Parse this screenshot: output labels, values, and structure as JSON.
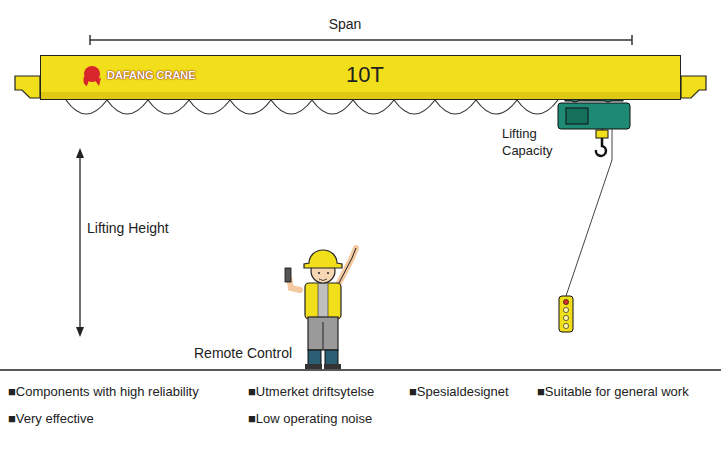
{
  "diagram": {
    "nodes": [
      {
        "text": [
          "DAFANG CRANE",
          "10T"
        ]
      }
    ],
    "labels": [
      "Span",
      "Lifting Capacity",
      "Lifting Height",
      "Remote Control",
      "■Components with high reliability",
      "■Utmerket driftsytelse",
      "■Spesialdesignet",
      "■Suitable for general work",
      "■Very effective",
      "■Low operating noise"
    ]
  }
}
